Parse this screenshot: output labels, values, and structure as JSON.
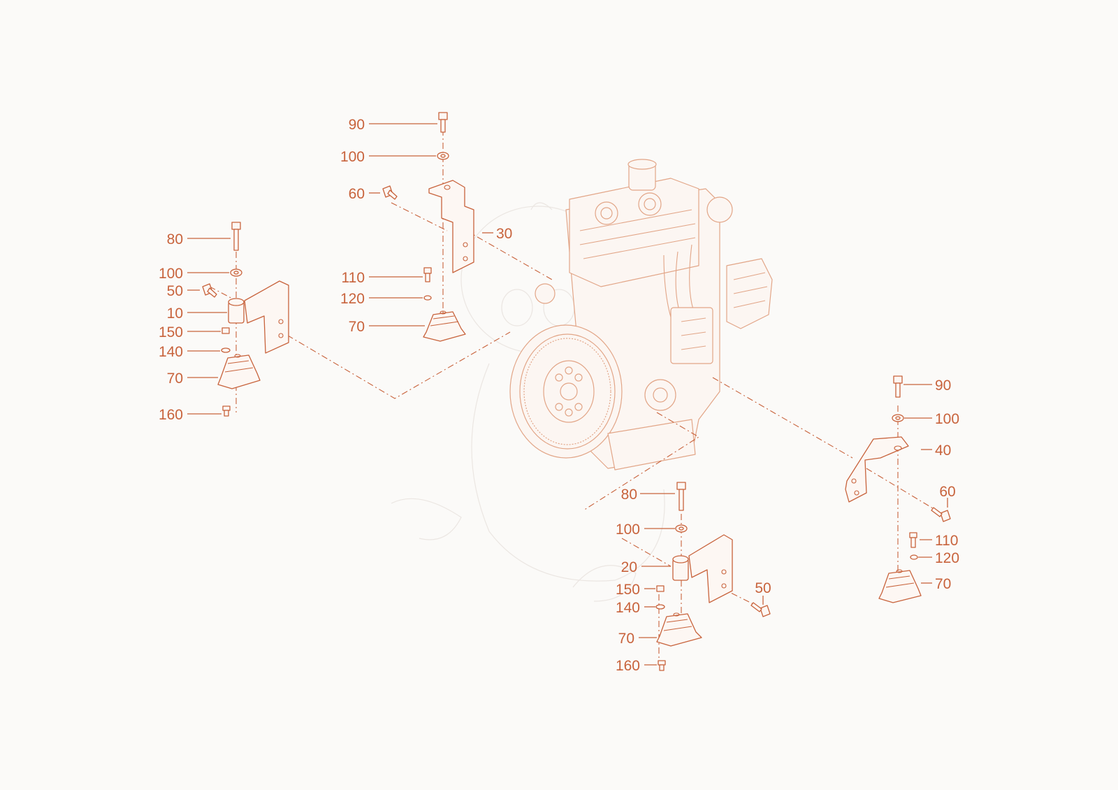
{
  "diagram": {
    "callouts": [
      {
        "id": "c-90-a",
        "text": "90"
      },
      {
        "id": "c-100-a",
        "text": "100"
      },
      {
        "id": "c-60-a",
        "text": "60"
      },
      {
        "id": "c-30",
        "text": "30"
      },
      {
        "id": "c-110-a",
        "text": "110"
      },
      {
        "id": "c-120-a",
        "text": "120"
      },
      {
        "id": "c-70-a",
        "text": "70"
      },
      {
        "id": "c-80-b",
        "text": "80"
      },
      {
        "id": "c-100-b",
        "text": "100"
      },
      {
        "id": "c-50-b",
        "text": "50"
      },
      {
        "id": "c-10",
        "text": "10"
      },
      {
        "id": "c-150-b",
        "text": "150"
      },
      {
        "id": "c-140-b",
        "text": "140"
      },
      {
        "id": "c-70-b",
        "text": "70"
      },
      {
        "id": "c-160-b",
        "text": "160"
      },
      {
        "id": "c-90-c",
        "text": "90"
      },
      {
        "id": "c-100-c",
        "text": "100"
      },
      {
        "id": "c-40",
        "text": "40"
      },
      {
        "id": "c-60-c",
        "text": "60"
      },
      {
        "id": "c-110-c",
        "text": "110"
      },
      {
        "id": "c-120-c",
        "text": "120"
      },
      {
        "id": "c-70-c",
        "text": "70"
      },
      {
        "id": "c-80-d",
        "text": "80"
      },
      {
        "id": "c-100-d",
        "text": "100"
      },
      {
        "id": "c-20",
        "text": "20"
      },
      {
        "id": "c-50-d",
        "text": "50"
      },
      {
        "id": "c-150-d",
        "text": "150"
      },
      {
        "id": "c-140-d",
        "text": "140"
      },
      {
        "id": "c-70-d",
        "text": "70"
      },
      {
        "id": "c-160-d",
        "text": "160"
      }
    ],
    "colors": {
      "callout": "#c8633c",
      "engine_outline": "#e2a587",
      "background": "#fbfaf8",
      "watermark": "#ebe6e2"
    },
    "icons": [
      "engine-assembly",
      "mount-bracket",
      "rubber-mount",
      "bolt",
      "washer",
      "nut"
    ]
  }
}
